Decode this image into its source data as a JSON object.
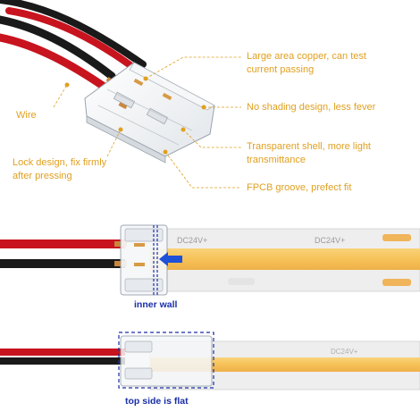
{
  "callouts": {
    "wire": "Wire",
    "lock_line1": "Lock design, fix firmly",
    "lock_line2": "after pressing",
    "copper_line1": "Large area copper, can test",
    "copper_line2": "current passing",
    "shading": "No shading design, less fever",
    "shell_line1": "Transparent shell, more light",
    "shell_line2": "transmittance",
    "groove": "FPCB groove, prefect fit"
  },
  "photo_labels": {
    "inner_wall": "inner wall",
    "top_flat": "top side is flat"
  },
  "strip_text": {
    "strip1_a": "DC24V+",
    "strip1_b": "DC24V+",
    "strip2": "DC24V+"
  },
  "colors": {
    "callout": "#e0a020",
    "blue": "#1a2fa8",
    "wire_red": "#c8141e",
    "wire_black": "#1a1a1a",
    "led_yellow": "#f6c257",
    "strip_white": "#eeeeee"
  }
}
